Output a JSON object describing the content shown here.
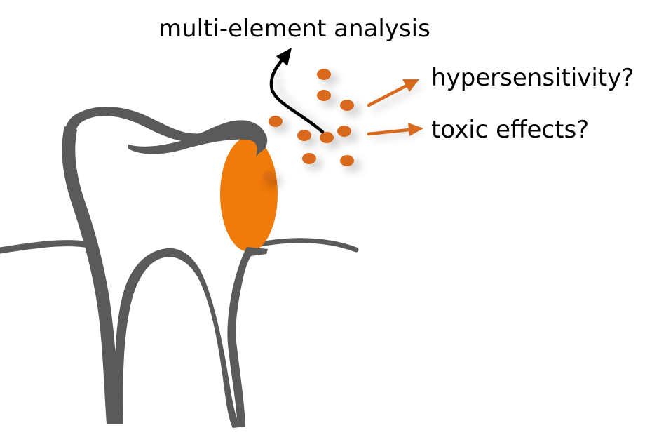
{
  "labels": {
    "analysis": "multi-element analysis",
    "hypersensitivity": "hypersensitivity?",
    "toxic": "toxic effects?"
  },
  "colors": {
    "tooth": "#5a5a5a",
    "filling": "#f07a0a",
    "particles": "#d9691c",
    "arrows": "#d9691c",
    "analysis_arrow": "#000000"
  },
  "icons": [
    "tooth-icon",
    "dental-filling-icon",
    "released-particle-icon"
  ]
}
